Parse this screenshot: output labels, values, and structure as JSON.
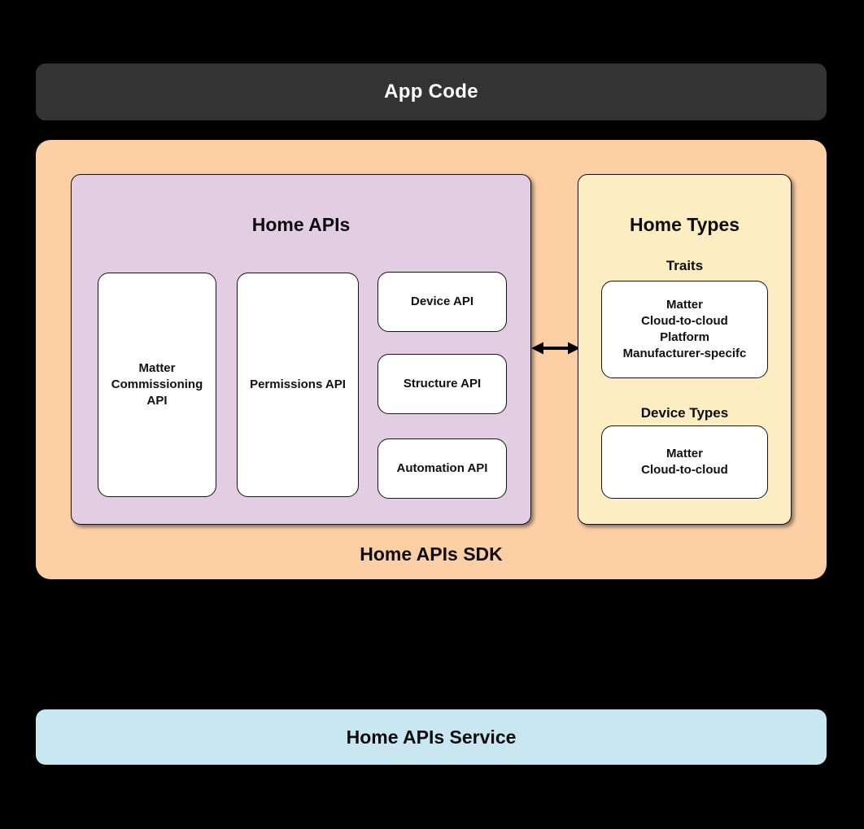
{
  "colors": {
    "background": "#000000",
    "app_code_bar": "#333333",
    "sdk_container": "#FCCFA5",
    "home_apis_panel": "#E3CDE3",
    "home_types_panel": "#FCEEC2",
    "service_bar": "#C9E7F0",
    "box_fill": "#FFFFFF",
    "text_dark": "#111111",
    "text_light": "#FFFFFF"
  },
  "app_code": {
    "label": "App Code"
  },
  "sdk": {
    "label": "Home APIs SDK",
    "home_apis": {
      "title": "Home APIs",
      "boxes": [
        "Matter Commissioning API",
        "Permissions API",
        "Device API",
        "Structure API",
        "Automation API"
      ]
    },
    "arrow": "bidirectional",
    "home_types": {
      "title": "Home Types",
      "traits": {
        "label": "Traits",
        "items": [
          "Matter",
          "Cloud-to-cloud",
          "Platform",
          "Manufacturer-specifc"
        ]
      },
      "device_types": {
        "label": "Device Types",
        "items": [
          "Matter",
          "Cloud-to-cloud"
        ]
      }
    }
  },
  "service": {
    "label": "Home APIs Service"
  }
}
